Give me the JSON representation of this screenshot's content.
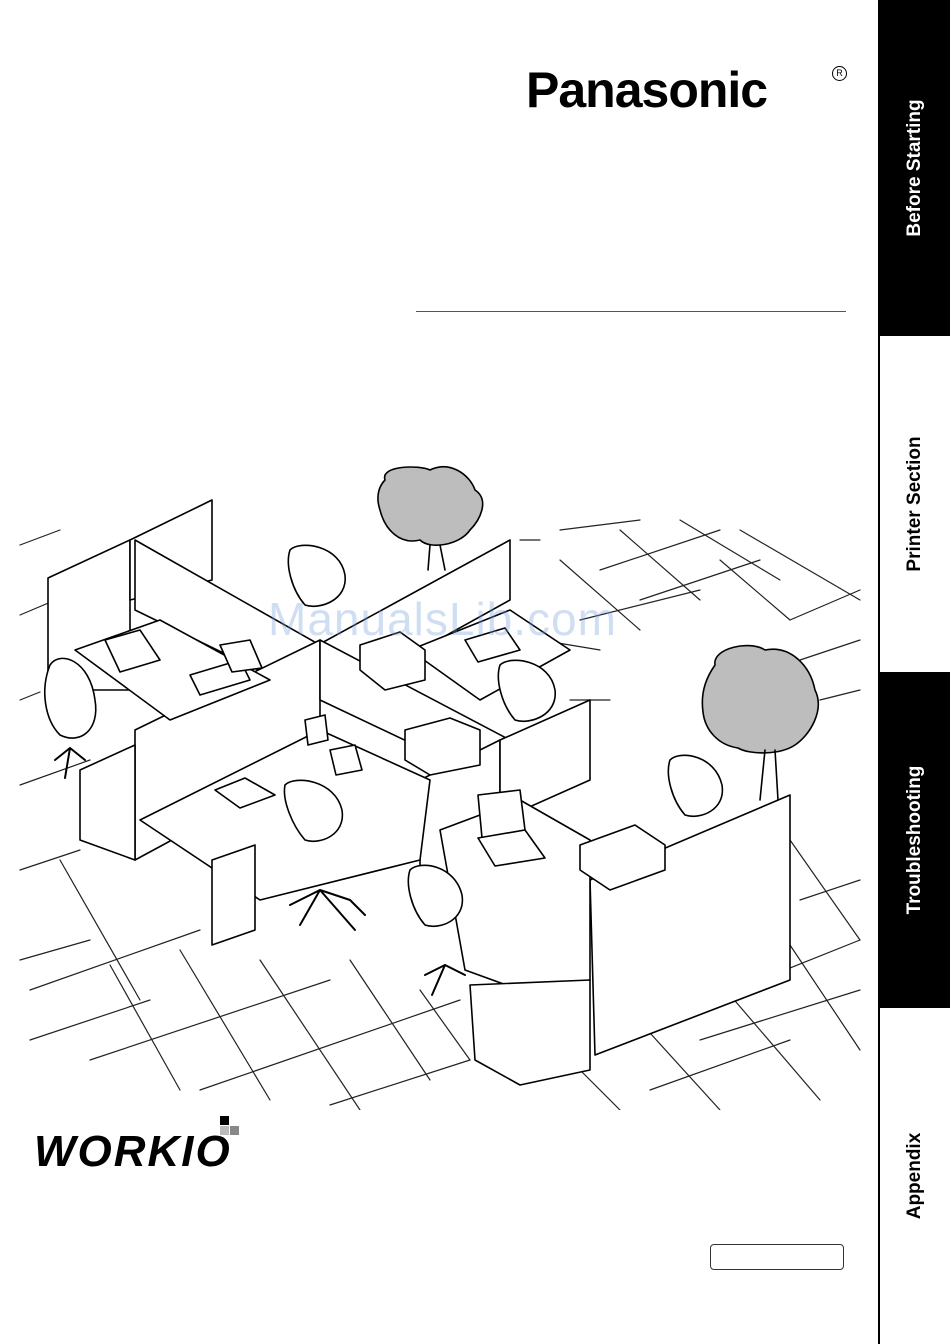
{
  "brand": {
    "name": "Panasonic",
    "registered": "R"
  },
  "watermark": "ManualsLib.com",
  "product_logo": "WORKIO",
  "sidebar": {
    "tabs": [
      {
        "label": "Before Starting",
        "style": "dark"
      },
      {
        "label": "Printer Section",
        "style": "light"
      },
      {
        "label": "Troubleshooting",
        "style": "dark"
      },
      {
        "label": "Appendix",
        "style": "light"
      }
    ]
  },
  "colors": {
    "tab_dark": "#000000",
    "tab_light": "#ffffff",
    "watermark": "#7aa0dc"
  }
}
